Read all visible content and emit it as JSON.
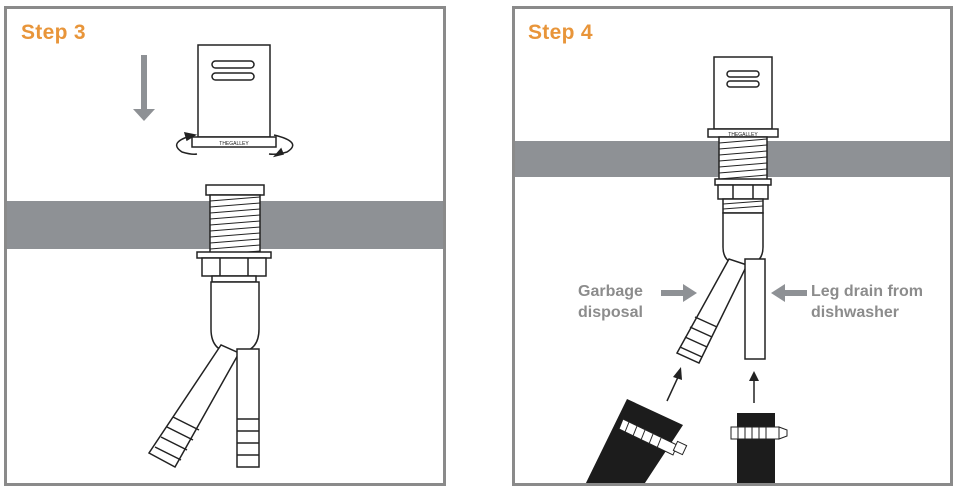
{
  "panels": [
    {
      "id": "step-3",
      "title": "Step 3"
    },
    {
      "id": "step-4",
      "title": "Step 4"
    }
  ],
  "brand": "THEGALLEY",
  "labels": {
    "garbage_line1": "Garbage",
    "garbage_line2": "disposal",
    "leg_line1": "Leg drain from",
    "leg_line2": "dishwasher"
  },
  "colors": {
    "accent": "#e8953a",
    "counter": "#8e9195",
    "outline": "#222222",
    "hose": "#1c1c1c",
    "label": "#8c8c8c"
  }
}
